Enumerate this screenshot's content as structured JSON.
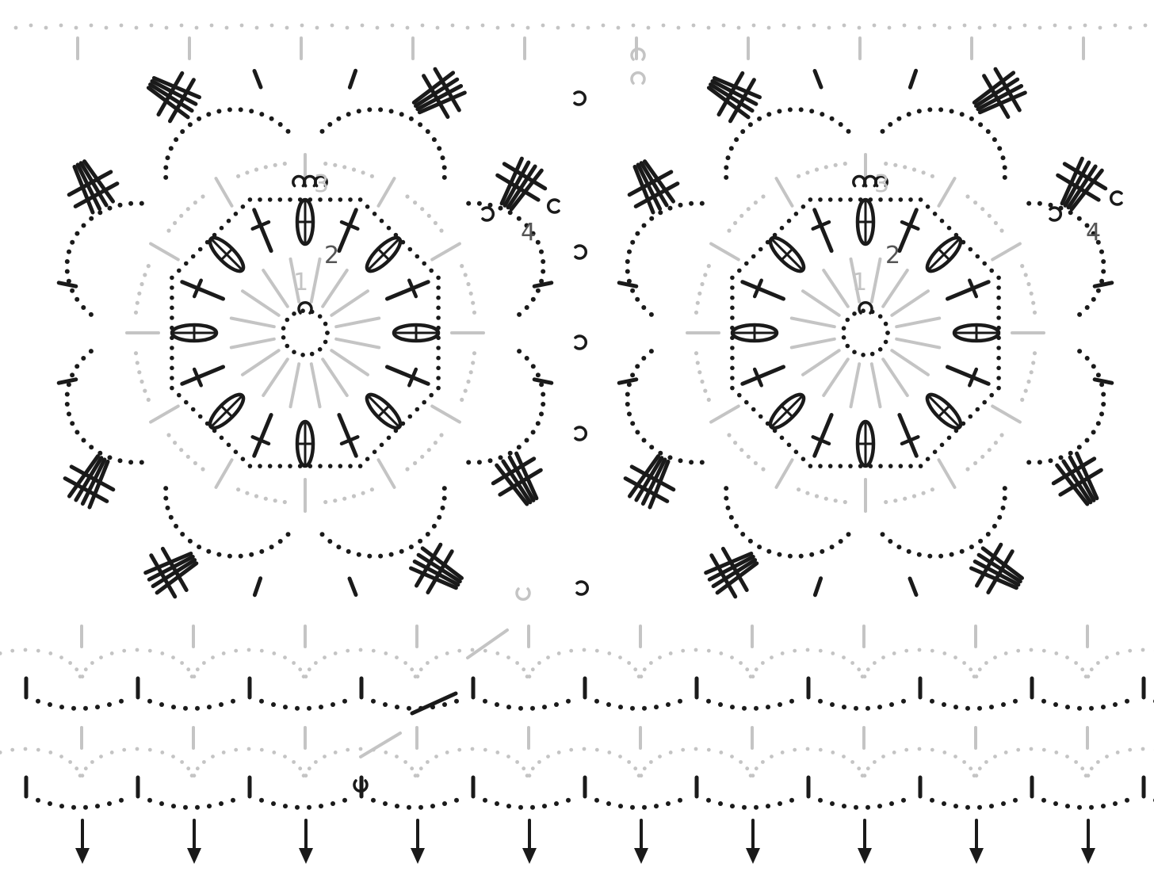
{
  "diagram": {
    "type": "crochet-chart",
    "colors": {
      "ink": "#1a1a1a",
      "faint": "#c4c4c4",
      "background": "#ffffff"
    },
    "motifs": [
      {
        "id": "motif-1",
        "labels": {
          "round_1": "1",
          "round_2": "2",
          "round_3": "3",
          "round_4": "4"
        }
      },
      {
        "id": "motif-2",
        "labels": {
          "round_1": "1",
          "round_2": "2",
          "round_3": "3",
          "round_4": "4"
        }
      }
    ],
    "edge_rows": {
      "bottom_arrow_count": 10
    },
    "symbols": [
      "chain-dot",
      "slip-stitch",
      "single-crochet",
      "double-crochet",
      "treble-crochet",
      "cluster",
      "arrow-down"
    ]
  }
}
